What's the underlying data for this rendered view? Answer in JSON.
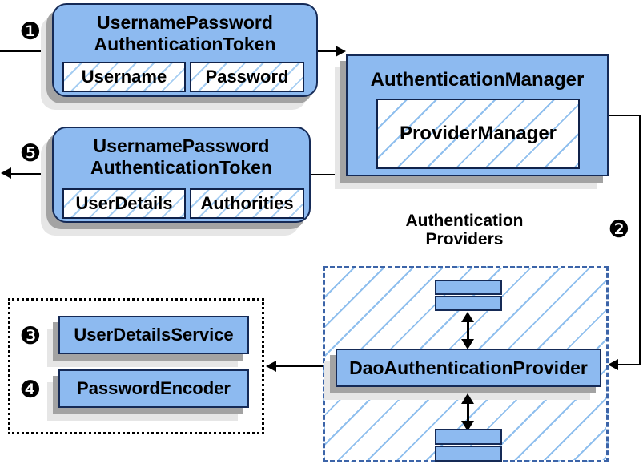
{
  "diagram": {
    "colors": {
      "box_fill": "#8dbaf0",
      "box_border": "#152a56",
      "hatch_line": "#9cc7ef",
      "providers_dashed_border": "#3c64a8",
      "services_dotted_border": "#000000",
      "shadow_dark": "#a3a3a3",
      "shadow_light": "#e6e6e6",
      "connector": "#000000"
    },
    "steps": {
      "s1": {
        "glyph": "❶"
      },
      "s2": {
        "glyph": "❷"
      },
      "s3": {
        "glyph": "❸"
      },
      "s4": {
        "glyph": "❹"
      },
      "s5": {
        "glyph": "❺"
      }
    },
    "request_token": {
      "title_line1": "UsernamePassword",
      "title_line2": "AuthenticationToken",
      "field1": "Username",
      "field2": "Password"
    },
    "authentication_manager": {
      "title": "AuthenticationManager",
      "inner": "ProviderManager"
    },
    "result_token": {
      "title_line1": "UsernamePassword",
      "title_line2": "AuthenticationToken",
      "field1": "UserDetails",
      "field2": "Authorities"
    },
    "providers": {
      "label_line1": "Authentication",
      "label_line2": "Providers",
      "main_provider": "DaoAuthenticationProvider"
    },
    "services": {
      "item1": "UserDetailsService",
      "item2": "PasswordEncoder"
    }
  }
}
